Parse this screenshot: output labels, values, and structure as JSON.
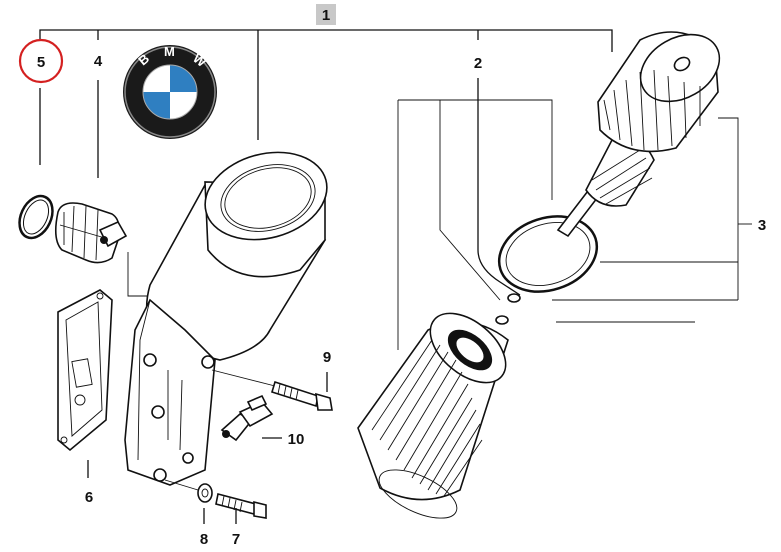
{
  "logo": {
    "brand_text": "BMW",
    "letters": [
      "B",
      "M",
      "W"
    ]
  },
  "callouts": [
    {
      "id": "1",
      "highlighted": true
    },
    {
      "id": "2",
      "highlighted": false
    },
    {
      "id": "3",
      "highlighted": false
    },
    {
      "id": "4",
      "highlighted": false
    },
    {
      "id": "5",
      "highlighted": false,
      "circled": true
    },
    {
      "id": "6",
      "highlighted": false
    },
    {
      "id": "7",
      "highlighted": false
    },
    {
      "id": "8",
      "highlighted": false
    },
    {
      "id": "9",
      "highlighted": false
    },
    {
      "id": "10",
      "highlighted": false
    }
  ],
  "colors": {
    "line": "#111111",
    "highlight_box": "#c8c8c8",
    "circle_marker": "#d42020",
    "logo_blue": "#2f7fc1",
    "logo_ring": "#1a1a1a"
  }
}
